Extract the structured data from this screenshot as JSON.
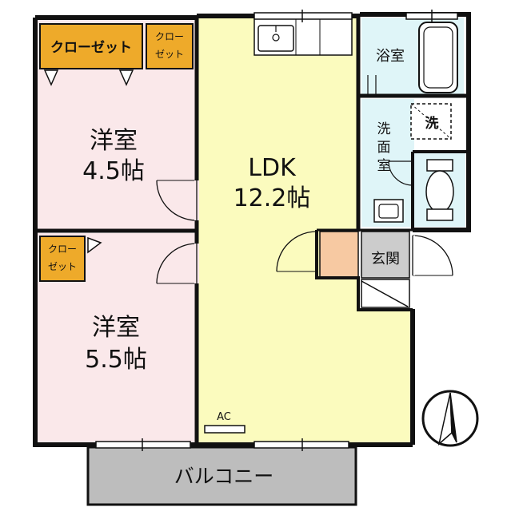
{
  "rooms": {
    "western_room_1": {
      "name": "洋室",
      "size": "4.5帖"
    },
    "western_room_2": {
      "name": "洋室",
      "size": "5.5帖"
    },
    "ldk": {
      "name": "LDK",
      "size": "12.2帖"
    }
  },
  "closets": {
    "closet_1": "クローゼット",
    "closet_2_line1": "クロー",
    "closet_2_line2": "ゼット",
    "closet_3_line1": "クロー",
    "closet_3_line2": "ゼット"
  },
  "labels": {
    "bathroom": "浴室",
    "washroom_1": "洗",
    "washroom_2": "面",
    "washroom_3": "室",
    "washer": "洗",
    "entrance": "玄関",
    "ac": "AC",
    "balcony": "バルコニー"
  },
  "colors": {
    "wall": "#111111",
    "western_room": "#fae8ea",
    "ldk": "#fbfbbe",
    "closet": "#eeaa2a",
    "wet_area": "#dff5f8",
    "entrance": "#cccccc",
    "storage": "#f7c9a2",
    "balcony": "#bdbdbd"
  },
  "icons": [
    "kitchen-sink-icon",
    "bathtub-icon",
    "washer-icon",
    "toilet-icon",
    "wash-basin-icon",
    "north-arrow-icon"
  ]
}
